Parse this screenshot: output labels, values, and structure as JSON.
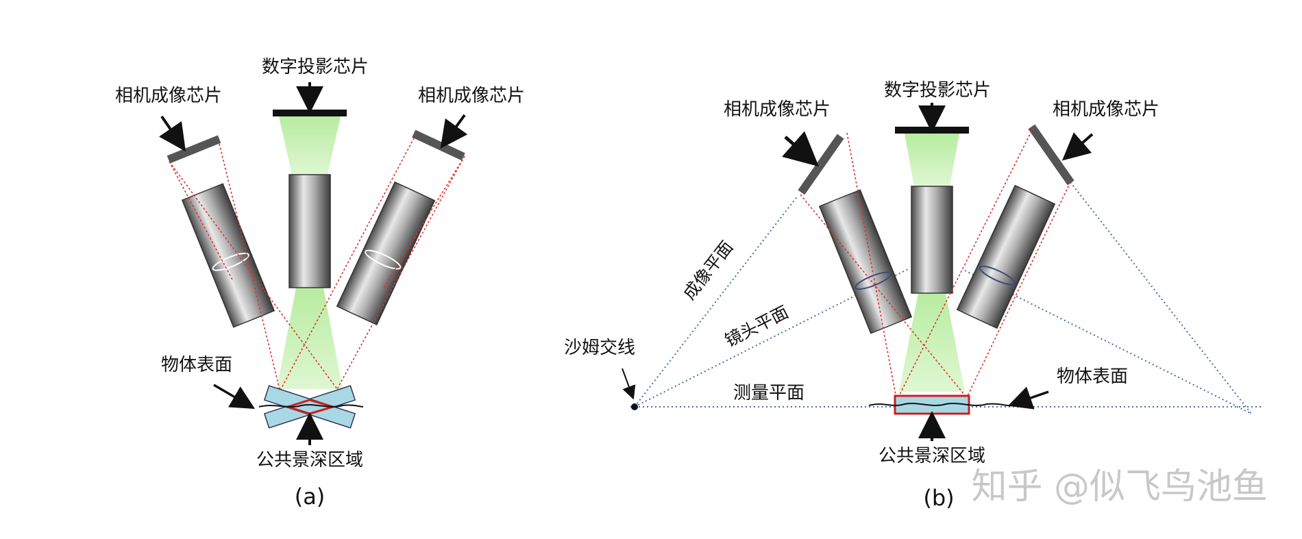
{
  "diagram_a": {
    "label_camera_chip_left": "相机成像芯片",
    "label_projector_chip": "数字投影芯片",
    "label_camera_chip_right": "相机成像芯片",
    "label_object_surface": "物体表面",
    "label_common_dof": "公共景深区域",
    "caption": "(a)"
  },
  "diagram_b": {
    "label_camera_chip_left": "相机成像芯片",
    "label_projector_chip": "数字投影芯片",
    "label_camera_chip_right": "相机成像芯片",
    "label_image_plane": "成像平面",
    "label_lens_plane": "镜头平面",
    "label_scheimpflug_line": "沙姆交线",
    "label_measure_plane": "测量平面",
    "label_object_surface": "物体表面",
    "label_common_dof": "公共景深区域",
    "caption": "(b)"
  },
  "watermark": "知乎 @似飞鸟池鱼",
  "colors": {
    "beam_green": "#c8f0b4",
    "ray_red": "#e03030",
    "dof_outline": "#cc1f1f",
    "dof_fill": "#a8d8e4",
    "dotted_blue": "#4a6aa0",
    "chip_dark": "#555555"
  }
}
